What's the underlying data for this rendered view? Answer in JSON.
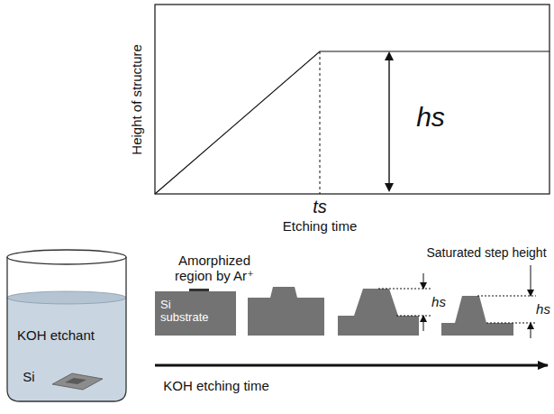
{
  "diagram": {
    "nodes": [
      {
        "text": [
          "Si substrate"
        ]
      }
    ],
    "labels": [
      "Height of structure",
      "hs",
      "ts",
      "Etching time",
      "Amorphized region by Ar⁺",
      "KOH etchant",
      "Si",
      "Saturated step height",
      "hs",
      "hs",
      "KOH etching time"
    ]
  }
}
